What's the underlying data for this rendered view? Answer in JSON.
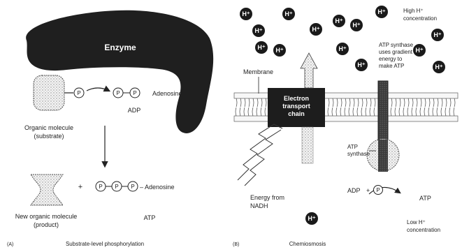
{
  "panel_a": {
    "letter": "(A)",
    "caption": "Substrate-level phosphorylation",
    "enzyme_label": "Enzyme",
    "substrate_label_1": "Organic molecule",
    "substrate_label_2": "(substrate)",
    "p_symbol": "P",
    "adp_chain_suffix": "Adenosine",
    "adp_label": "ADP",
    "product_label_1": "New organic molecule",
    "product_label_2": "(product)",
    "plus": "+",
    "atp_chain_suffix": "– Adenosine",
    "atp_label": "ATP"
  },
  "panel_b": {
    "letter": "(B)",
    "caption": "Chemiosmosis",
    "h_ion": "H⁺",
    "high_h_1": "High H⁺",
    "high_h_2": "concentration",
    "synthase_note_1": "ATP synthase",
    "synthase_note_2": "uses gradient",
    "synthase_note_3": "energy to",
    "synthase_note_4": "make ATP",
    "membrane_label": "Membrane",
    "etc_1": "Electron",
    "etc_2": "transport",
    "etc_3": "chain",
    "synthase_label_1": "ATP",
    "synthase_label_2": "synthase",
    "energy_1": "Energy from",
    "energy_2": "NADH",
    "adp_label": "ADP",
    "plus": "+",
    "p_symbol": "P",
    "atp_label": "ATP",
    "low_h_1": "Low H⁺",
    "low_h_2": "concentration"
  }
}
